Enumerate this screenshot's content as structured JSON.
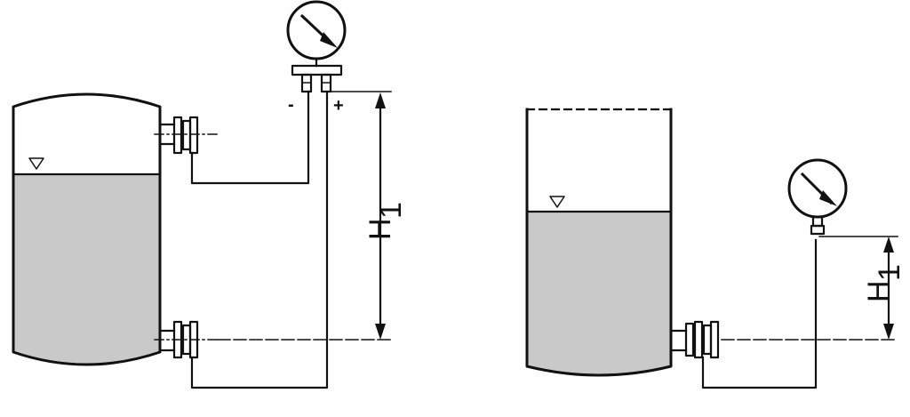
{
  "left_figure": {
    "minus_sign": "-",
    "plus_sign": "+",
    "dimension_label": "H",
    "dimension_subscript": "1"
  },
  "right_figure": {
    "dimension_label": "H",
    "dimension_subscript": "1"
  },
  "colors": {
    "liquid": "#c9c9c9",
    "line": "#111111",
    "background": "#ffffff"
  },
  "icons": [
    "differential-pressure-gauge-icon",
    "pressure-gauge-icon",
    "liquid-level-marker-icon"
  ]
}
